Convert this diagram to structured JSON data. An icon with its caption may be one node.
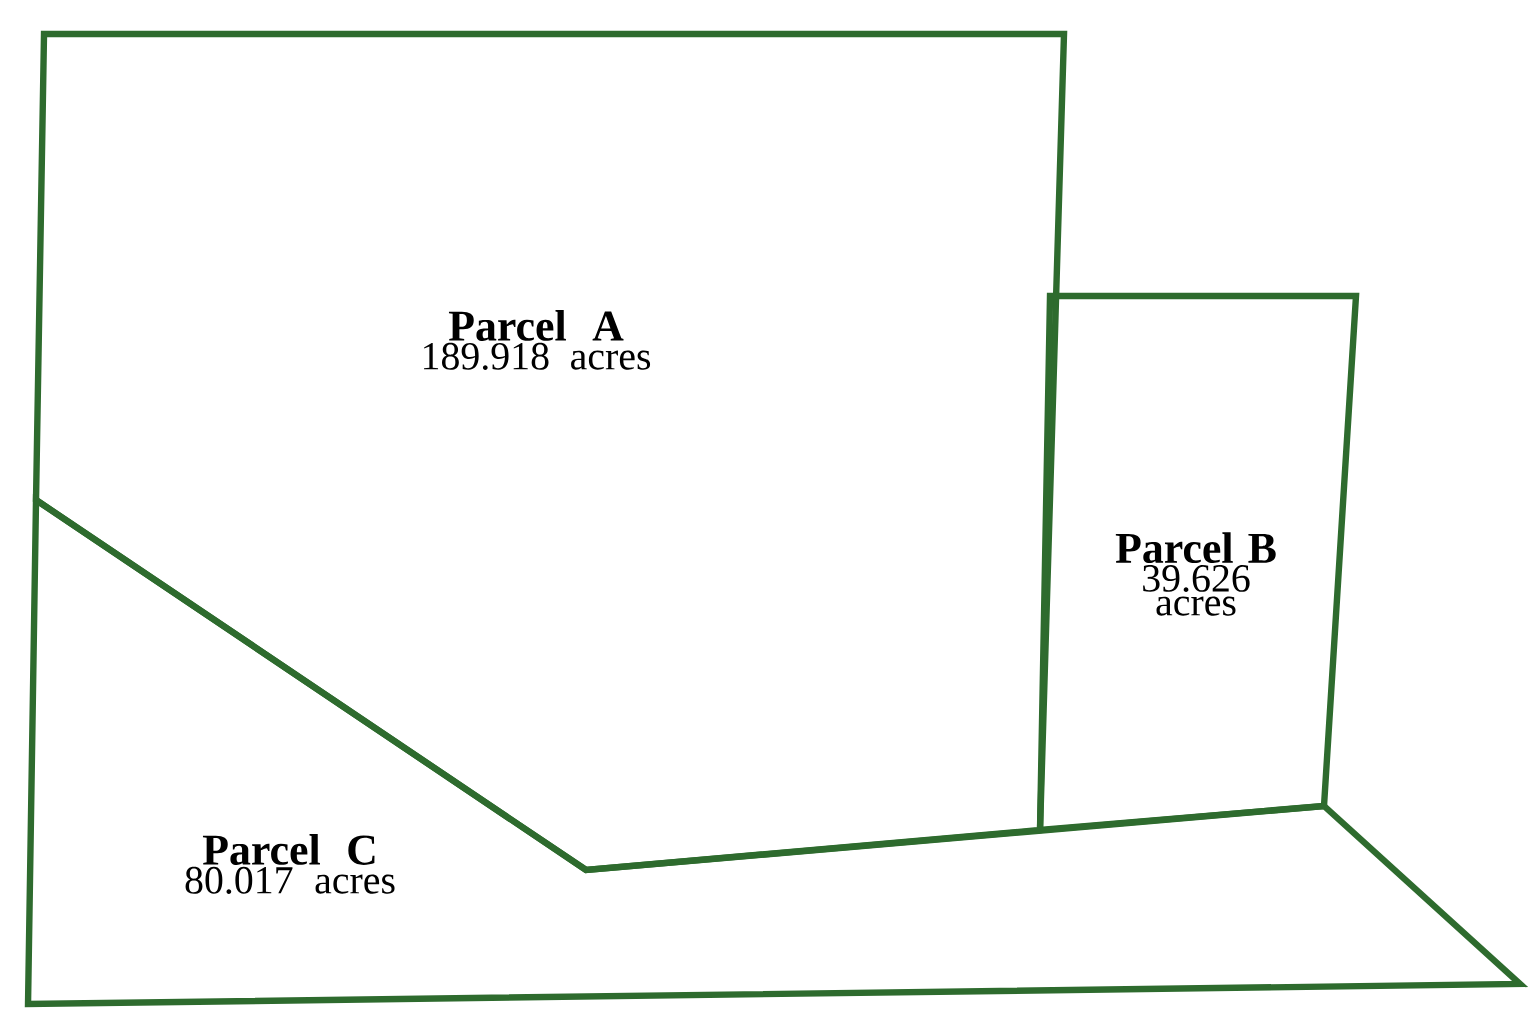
{
  "diagram": {
    "nodes": [
      {
        "text": [
          "Parcel A",
          "189.918 acres"
        ]
      },
      {
        "text": [
          "Parcel B",
          "39.626 acres"
        ]
      },
      {
        "text": [
          "Parcel C",
          "80.017 acres"
        ]
      }
    ]
  }
}
